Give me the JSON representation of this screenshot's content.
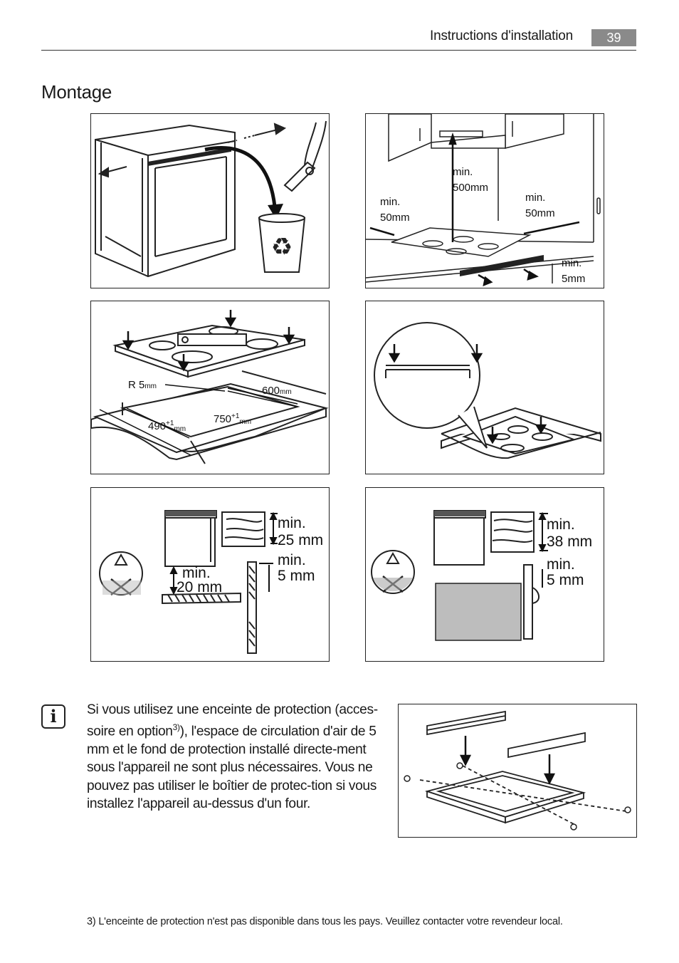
{
  "header": {
    "title": "Instructions d'installation",
    "page_number": "39"
  },
  "section_title": "Montage",
  "panel_top_right": {
    "min_500": [
      "min.",
      "500mm"
    ],
    "min_50_left": [
      "min.",
      "50mm"
    ],
    "min_50_right": [
      "min.",
      "50mm"
    ],
    "min_5": [
      "min.",
      "5mm"
    ]
  },
  "panel_cutout": {
    "radius": "R 5",
    "radius_unit": "mm",
    "depth": "600",
    "depth_unit": "mm",
    "width_490": "490",
    "width_490_sup": "+1",
    "width_490_unit": "mm",
    "width_750": "750",
    "width_750_sup": "+1",
    "width_750_unit": "mm"
  },
  "panel_clearance_left": {
    "min_25": [
      "min.",
      "25 mm"
    ],
    "min_5": [
      "min.",
      "5 mm"
    ],
    "min_20": [
      "min.",
      "20 mm"
    ]
  },
  "panel_clearance_right": {
    "min_38": [
      "min.",
      "38 mm"
    ],
    "min_5": [
      "min.",
      "5 mm"
    ]
  },
  "info_note": {
    "icon_symbol": "i",
    "text_before": "Si vous utilisez une enceinte de protection (acces-soire en option",
    "footnote_ref": "3)",
    "text_after": "), l'espace de circulation d'air de 5 mm et le fond de protection installé directe-ment sous l'appareil ne sont plus nécessaires. Vous ne pouvez pas utiliser le boîtier de protec-tion si vous installez l'appareil au-dessus d'un four."
  },
  "footnote": "3) L'enceinte de protection n'est pas disponible dans tous les pays. Veuillez contacter votre revendeur local."
}
